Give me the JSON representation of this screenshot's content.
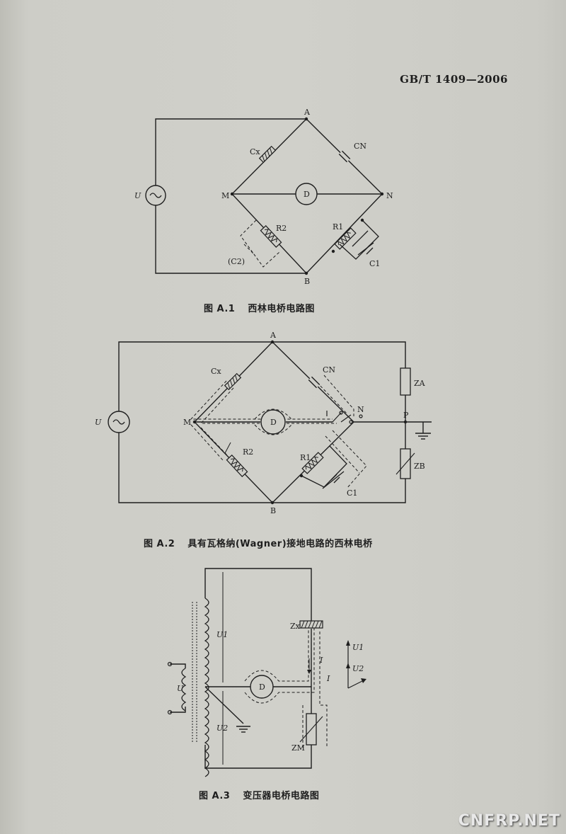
{
  "header": {
    "standard_code": "GB/T 1409—2006"
  },
  "figures": [
    {
      "number": "图 A.1",
      "title": "西林电桥电路图",
      "labels": {
        "A": "A",
        "B": "B",
        "M": "M",
        "N": "N",
        "D": "D",
        "U": "U",
        "Cx": "Cx",
        "Cn": "CN",
        "R2": "R2",
        "R1": "R1",
        "C1": "C1",
        "C2": "(C2)"
      }
    },
    {
      "number": "图 A.2",
      "title": "具有瓦格纳(Wagner)接地电路的西林电桥",
      "labels": {
        "A": "A",
        "B": "B",
        "M": "M",
        "N": "N",
        "P": "P",
        "D": "D",
        "U": "U",
        "Cx": "Cx",
        "Cn": "CN",
        "R2": "R2",
        "R1": "R1",
        "C1": "C1",
        "ZA": "ZA",
        "ZB": "ZB"
      }
    },
    {
      "number": "图 A.3",
      "title": "变压器电桥电路图",
      "labels": {
        "U": "U",
        "U1": "U1",
        "U2": "U2",
        "D": "D",
        "Zx": "Zx",
        "ZM": "ZM",
        "I": "I",
        "vec_U1": "U1",
        "vec_U2": "U2",
        "vec_I": "I"
      }
    }
  ],
  "watermark": "CNFRP.NET"
}
